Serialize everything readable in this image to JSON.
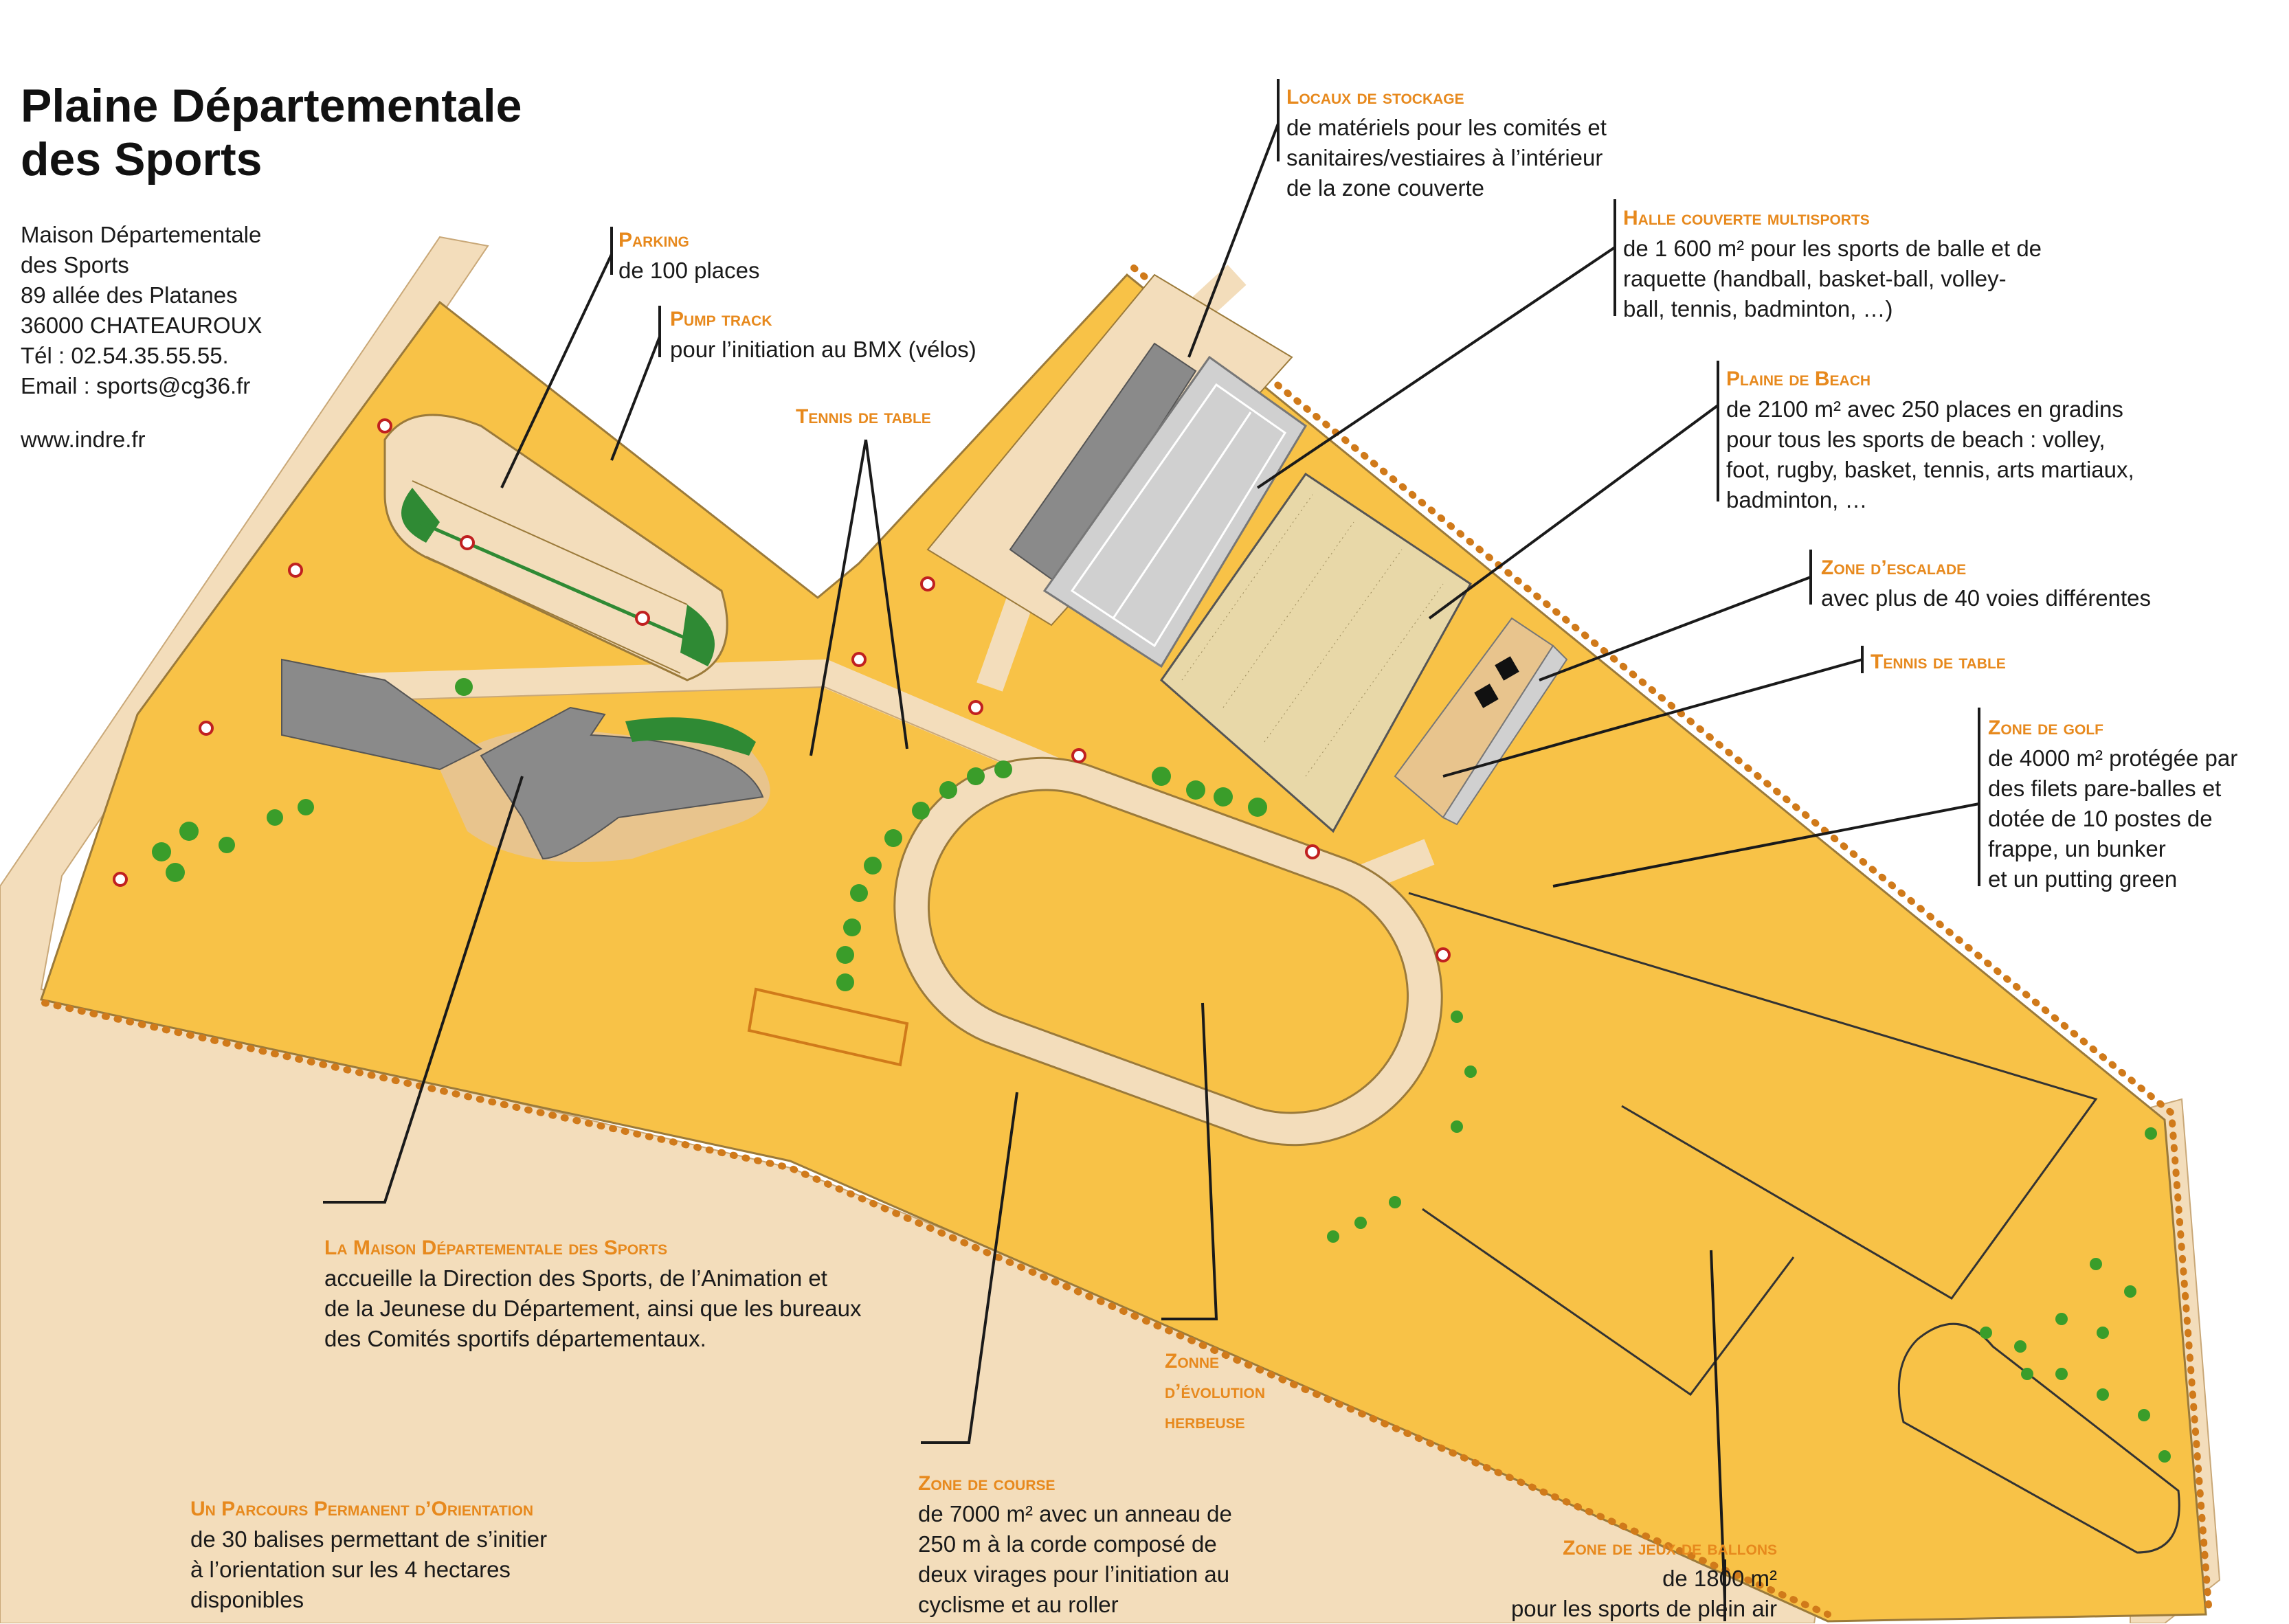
{
  "title": [
    "Plaine Départementale",
    "des Sports"
  ],
  "address": [
    "Maison Départementale",
    "des Sports",
    "89 allée des Platanes",
    "36000 CHATEAUROUX",
    "Tél : 02.54.35.55.55.",
    "Email : sports@cg36.fr"
  ],
  "website": "www.indre.fr",
  "colors": {
    "zone": "#f8c247",
    "path": "#f3ddbb",
    "building": "#8a8a8a",
    "trees": "#3a9d2a",
    "accent": "#e7891d",
    "leader": "#1a1a1a"
  },
  "labels": {
    "parking": {
      "heading": "Parking",
      "lines": [
        "de 100 places"
      ]
    },
    "pump_track": {
      "heading": "Pump track",
      "lines": [
        "pour l’initiation au BMX (vélos)"
      ]
    },
    "tennis_table_1": {
      "heading": "Tennis de table",
      "lines": []
    },
    "locaux": {
      "heading": "Locaux de stockage",
      "lines": [
        "de matériels pour les comités  et",
        "sanitaires/vestiaires à l’intérieur",
        "de la zone couverte"
      ]
    },
    "halle": {
      "heading": "Halle couverte multisports",
      "lines": [
        "de 1 600 m² pour les sports de balle et de",
        "raquette (handball, basket-ball, volley-",
        "ball, tennis, badminton, …)"
      ]
    },
    "beach": {
      "heading": "Plaine de Beach",
      "lines": [
        "de 2100 m² avec 250 places en gradins",
        "pour tous les sports de beach : volley,",
        "foot, rugby, basket, tennis, arts martiaux,",
        "badminton, …"
      ]
    },
    "escalade": {
      "heading": "Zone d’escalade",
      "lines": [
        "avec plus de 40 voies différentes"
      ]
    },
    "tennis_table_2": {
      "heading": "Tennis de table",
      "lines": []
    },
    "golf": {
      "heading": "Zone de golf",
      "lines": [
        "de 4000 m² protégée par",
        "des filets pare-balles et",
        "dotée de 10 postes de",
        "frappe, un bunker",
        "et un putting green"
      ]
    },
    "maison": {
      "heading": "La Maison Départementale des Sports",
      "lines": [
        "accueille la Direction des Sports, de l’Animation et",
        "de la Jeunese du Département, ainsi que les bureaux",
        "des Comités sportifs départementaux."
      ]
    },
    "herbeuse": {
      "heading_lines": [
        "Zonne",
        "d’évolution",
        "herbeuse"
      ]
    },
    "course": {
      "heading": "Zone de course",
      "lines": [
        "de 7000 m² avec un anneau de",
        "250 m à la corde composé de",
        "deux virages pour l’initiation au",
        "cyclisme et au roller"
      ]
    },
    "orientation": {
      "heading": "Un Parcours Permanent d’Orientation",
      "lines": [
        "de 30 balises permettant de s’initier",
        "à l’orientation sur les 4 hectares",
        "disponibles"
      ]
    },
    "ballons": {
      "heading": "Zone de jeux de ballons",
      "lines": [
        "de 1800 m²",
        "pour les sports de plein air"
      ]
    }
  }
}
